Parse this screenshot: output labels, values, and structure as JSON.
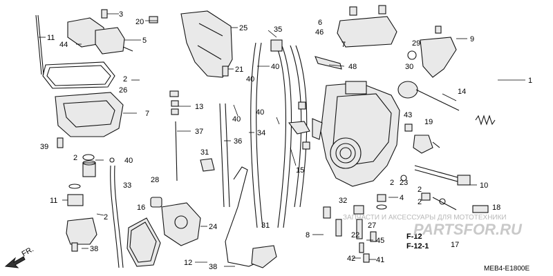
{
  "diagram": {
    "callouts": [
      {
        "id": "c3",
        "label": "3"
      },
      {
        "id": "c20",
        "label": "20"
      },
      {
        "id": "c25",
        "label": "25"
      },
      {
        "id": "c11a",
        "label": "11"
      },
      {
        "id": "c44",
        "label": "44"
      },
      {
        "id": "c5",
        "label": "5"
      },
      {
        "id": "c35",
        "label": "35"
      },
      {
        "id": "c6",
        "label": "6"
      },
      {
        "id": "c46",
        "label": "46"
      },
      {
        "id": "c7a",
        "label": "7"
      },
      {
        "id": "c29",
        "label": "29"
      },
      {
        "id": "c30",
        "label": "30"
      },
      {
        "id": "c9",
        "label": "9"
      },
      {
        "id": "c40a",
        "label": "40"
      },
      {
        "id": "c21",
        "label": "21"
      },
      {
        "id": "c40b",
        "label": "40"
      },
      {
        "id": "c48",
        "label": "48"
      },
      {
        "id": "c1",
        "label": "1"
      },
      {
        "id": "c2a",
        "label": "2"
      },
      {
        "id": "c26",
        "label": "26"
      },
      {
        "id": "c14",
        "label": "14"
      },
      {
        "id": "c13",
        "label": "13"
      },
      {
        "id": "c40c",
        "label": "40"
      },
      {
        "id": "c7b",
        "label": "7"
      },
      {
        "id": "c40d",
        "label": "40"
      },
      {
        "id": "c43",
        "label": "43"
      },
      {
        "id": "c19",
        "label": "19"
      },
      {
        "id": "c37",
        "label": "37"
      },
      {
        "id": "c34",
        "label": "34"
      },
      {
        "id": "c39",
        "label": "39"
      },
      {
        "id": "c36",
        "label": "36"
      },
      {
        "id": "c31a",
        "label": "31"
      },
      {
        "id": "c2b",
        "label": "2"
      },
      {
        "id": "c40e",
        "label": "40"
      },
      {
        "id": "c15",
        "label": "15"
      },
      {
        "id": "c28",
        "label": "28"
      },
      {
        "id": "c33",
        "label": "33"
      },
      {
        "id": "c10",
        "label": "10"
      },
      {
        "id": "c23",
        "label": "23"
      },
      {
        "id": "c2c",
        "label": "2"
      },
      {
        "id": "c11b",
        "label": "11"
      },
      {
        "id": "c2d",
        "label": "2"
      },
      {
        "id": "c4",
        "label": "4"
      },
      {
        "id": "c2e",
        "label": "2"
      },
      {
        "id": "c16",
        "label": "16"
      },
      {
        "id": "c32",
        "label": "32"
      },
      {
        "id": "c2f",
        "label": "2"
      },
      {
        "id": "c18",
        "label": "18"
      },
      {
        "id": "c24",
        "label": "24"
      },
      {
        "id": "c31b",
        "label": "31"
      },
      {
        "id": "c27",
        "label": "27"
      },
      {
        "id": "c8",
        "label": "8"
      },
      {
        "id": "c22",
        "label": "22"
      },
      {
        "id": "c45",
        "label": "45"
      },
      {
        "id": "c38a",
        "label": "38"
      },
      {
        "id": "c12",
        "label": "12"
      },
      {
        "id": "c42",
        "label": "42"
      },
      {
        "id": "c41",
        "label": "41"
      },
      {
        "id": "c38b",
        "label": "38"
      },
      {
        "id": "c17",
        "label": "17"
      }
    ],
    "refs": {
      "f12": "F-12",
      "f121": "F-12-1"
    },
    "fr_label": "FR.",
    "diagram_code": "MEB4-E1800E"
  },
  "watermark": {
    "text": "ЗАПЧАСТИ И АКСЕССУАРЫ ДЛЯ МОТОТЕХНИКИ",
    "logo": "PARTSFOR.RU"
  }
}
